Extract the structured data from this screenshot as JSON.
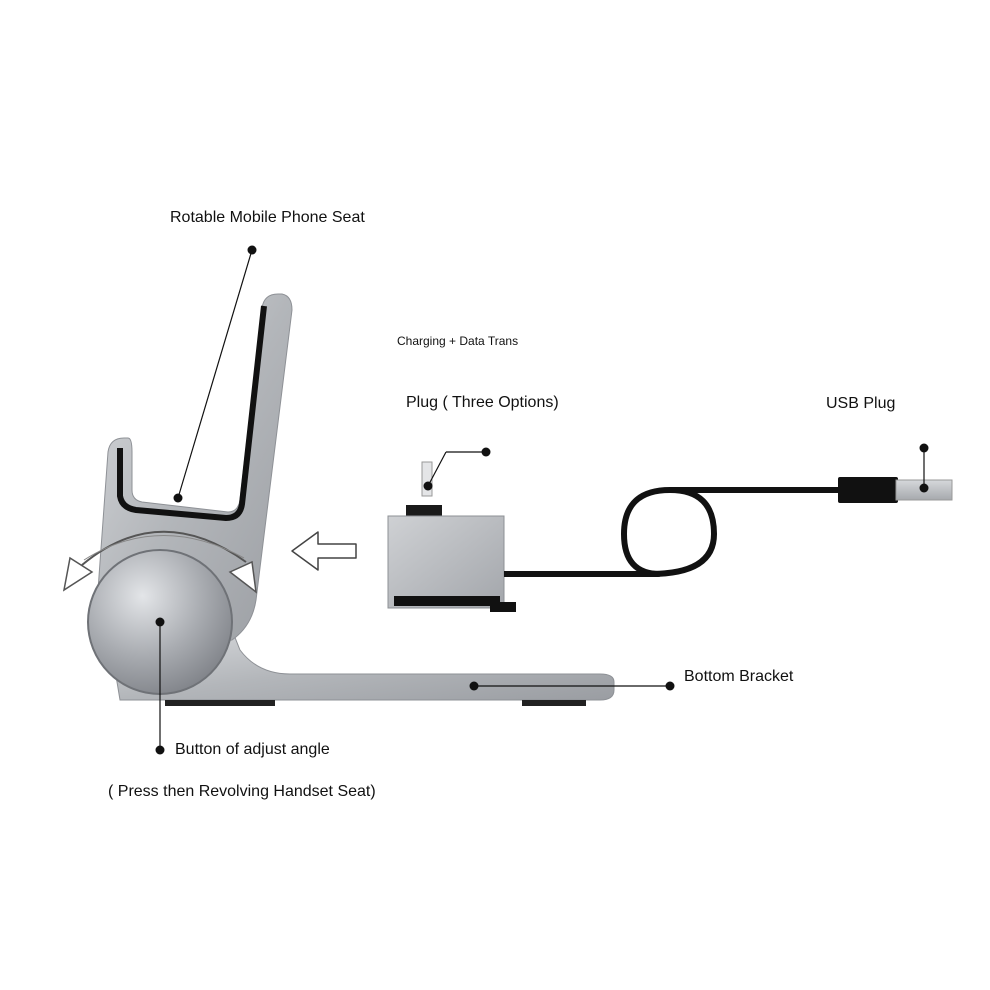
{
  "labels": {
    "phone_seat": "Rotable Mobile Phone Seat",
    "charging": "Charging + Data Trans",
    "plug_options": "Plug ( Three Options)",
    "usb_plug": "USB Plug",
    "bottom_bracket": "Bottom Bracket",
    "button_adjust": "Button of adjust angle",
    "press_note": "( Press then Revolving Handset Seat)"
  },
  "icons": {
    "insert_direction": "arrow-left-icon",
    "rotate_left": "curved-arrow-left-icon",
    "rotate_right": "curved-arrow-right-icon"
  },
  "colors": {
    "metal": "#b9bcc0",
    "metal_dark": "#8e9196",
    "cable": "#111111",
    "leader": "#111111"
  }
}
